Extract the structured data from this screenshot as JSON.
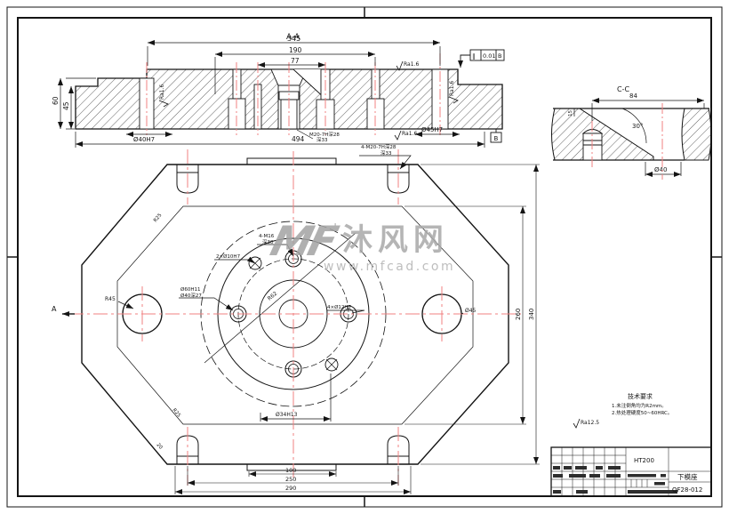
{
  "watermark": {
    "logo": "MF",
    "spark": "+",
    "brand": "沐风网",
    "url": "www.mfcad.com"
  },
  "section_aa": {
    "title": "A-A",
    "dim_345": "345",
    "dim_190": "190",
    "dim_77": "77",
    "dim_60": "60",
    "dim_45": "45",
    "dim_494": "494",
    "dim_bore_left": "Ø40H7",
    "dim_bore_right": "Ø45H7",
    "thread_note_1": "M20-7H深28",
    "thread_note_2": "深33",
    "roughness": "Ra1.6",
    "tol_symbol": "∥",
    "tol_value": "0.01",
    "tol_datum": "B",
    "datum_label": "B"
  },
  "section_cc": {
    "title": "C-C",
    "dim_84": "84",
    "dim_15": "15",
    "angle": "30°",
    "dim_d40": "Ø40"
  },
  "plan": {
    "note_1": "4-M20-7H深28",
    "note_2": "深33",
    "tap_note_1": "4-M16",
    "tap_note_2": "深30",
    "dowel_note": "2×Ø10H7",
    "cbore_note_1": "Ø60H11",
    "cbore_note_2": "Ø40深27",
    "radius_r62": "R62",
    "holes_note": "4×Ø12H7",
    "bore_d34": "Ø34H13",
    "radius_r45": "R45",
    "d45_right": "Ø45",
    "radius_r25": "R25",
    "chamfer_20": "20",
    "dim_100": "100",
    "dim_250": "250",
    "dim_290": "290",
    "dim_260": "260",
    "dim_340": "340",
    "section_a": "A"
  },
  "notes": {
    "title": "技术要求",
    "line1": "1.未注倒角均为R2mm。",
    "line2": "2.热处理硬度50~60HRC。",
    "roughness": "Ra12.5"
  },
  "title_block": {
    "material": "HT200",
    "part_name": "下模座",
    "drawing_no": "QF28-012"
  }
}
